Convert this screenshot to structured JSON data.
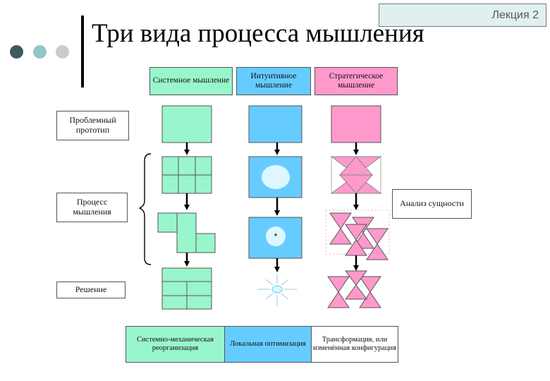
{
  "header": {
    "lecture_label": "Лекция 2",
    "title": "Три вида процесса мышления"
  },
  "columns": [
    {
      "label": "Системное мышление",
      "color": "#99f5cc",
      "result": "Системно-механическая реорганизация"
    },
    {
      "label": "Интуитивное мышление",
      "color": "#66ccff",
      "result": "Локальная оптимизация"
    },
    {
      "label": "Стратегическое мышление",
      "color": "#ff99cc",
      "result": "Трансформация, или изменённая конфигурация"
    }
  ],
  "rows": {
    "prototype": "Проблемный прототип",
    "process": "Процесс мышления",
    "solution": "Решение"
  },
  "side_label": "Анализ сущности",
  "colors": {
    "mint": "#99f5cc",
    "sky": "#66ccff",
    "pink": "#ff99cc",
    "dot_dark": "#3e5a5c",
    "dot_mid": "#93c6c9",
    "dot_light": "#c9cbcc"
  }
}
